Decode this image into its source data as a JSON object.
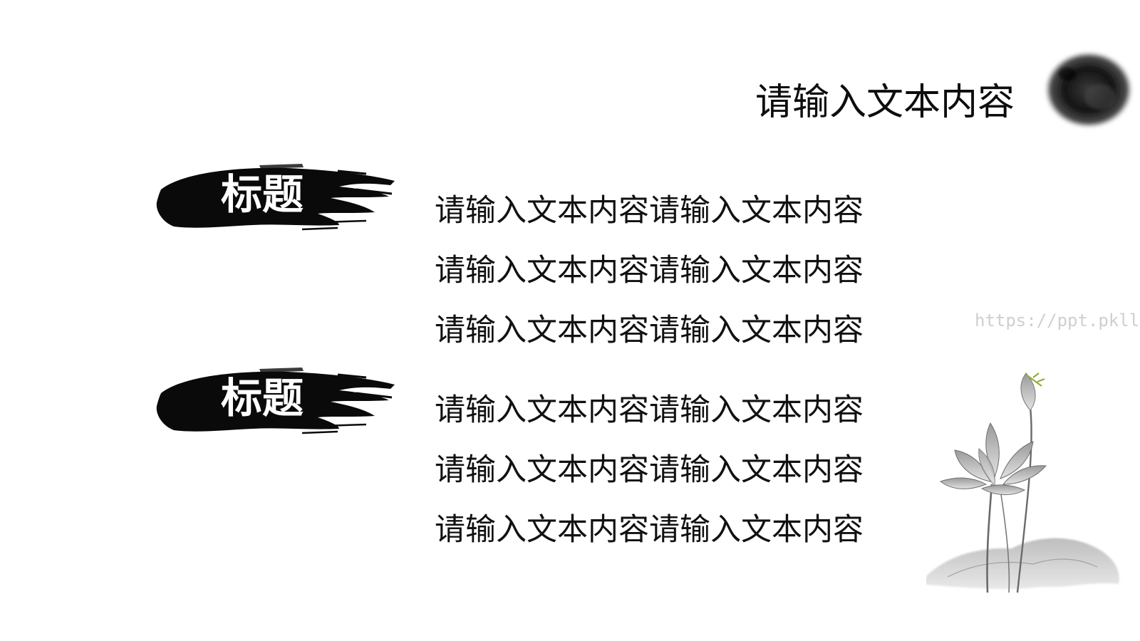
{
  "slide": {
    "title": "请输入文本内容",
    "sections": [
      {
        "label": "标题",
        "lines": [
          "请输入文本内容请输入文本内容",
          "请输入文本内容请输入文本内容",
          "请输入文本内容请输入文本内容"
        ]
      },
      {
        "label": "标题",
        "lines": [
          "请输入文本内容请输入文本内容",
          "请输入文本内容请输入文本内容",
          "请输入文本内容请输入文本内容"
        ]
      }
    ],
    "watermark": "https://ppt.pkll.de"
  },
  "icons": {
    "ink_dot": "ink-blot-icon",
    "brush": "brush-stroke-icon",
    "lotus": "lotus-illustration-icon"
  },
  "colors": {
    "ink": "#111111",
    "label_text": "#ffffff",
    "watermark": "#cfcfcf",
    "background": "#ffffff"
  }
}
